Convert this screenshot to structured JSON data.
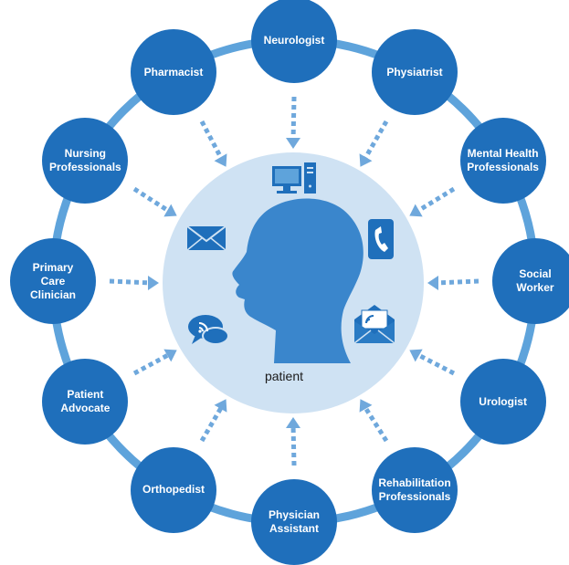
{
  "center": {
    "label": "patient"
  },
  "roles": [
    "Neurologist",
    "Physiatrist",
    "Mental Health\nProfessionals",
    "Social\nWorker",
    "Urologist",
    "Rehabilitation\nProfessionals",
    "Physician\nAssistant",
    "Orthopedist",
    "Patient\nAdvocate",
    "Primary\nCare\nClinician",
    "Nursing\nProfessionals",
    "Pharmacist"
  ],
  "icons": [
    "computer-icon",
    "phone-icon",
    "email-icon",
    "chat-icon",
    "open-mail-icon",
    "head-silhouette-icon"
  ],
  "colors": {
    "node": "#1f6fbb",
    "ring": "#5ea3db",
    "center": "#cfe2f3",
    "head": "#3a86cc",
    "arrow": "#6fa8dc"
  }
}
